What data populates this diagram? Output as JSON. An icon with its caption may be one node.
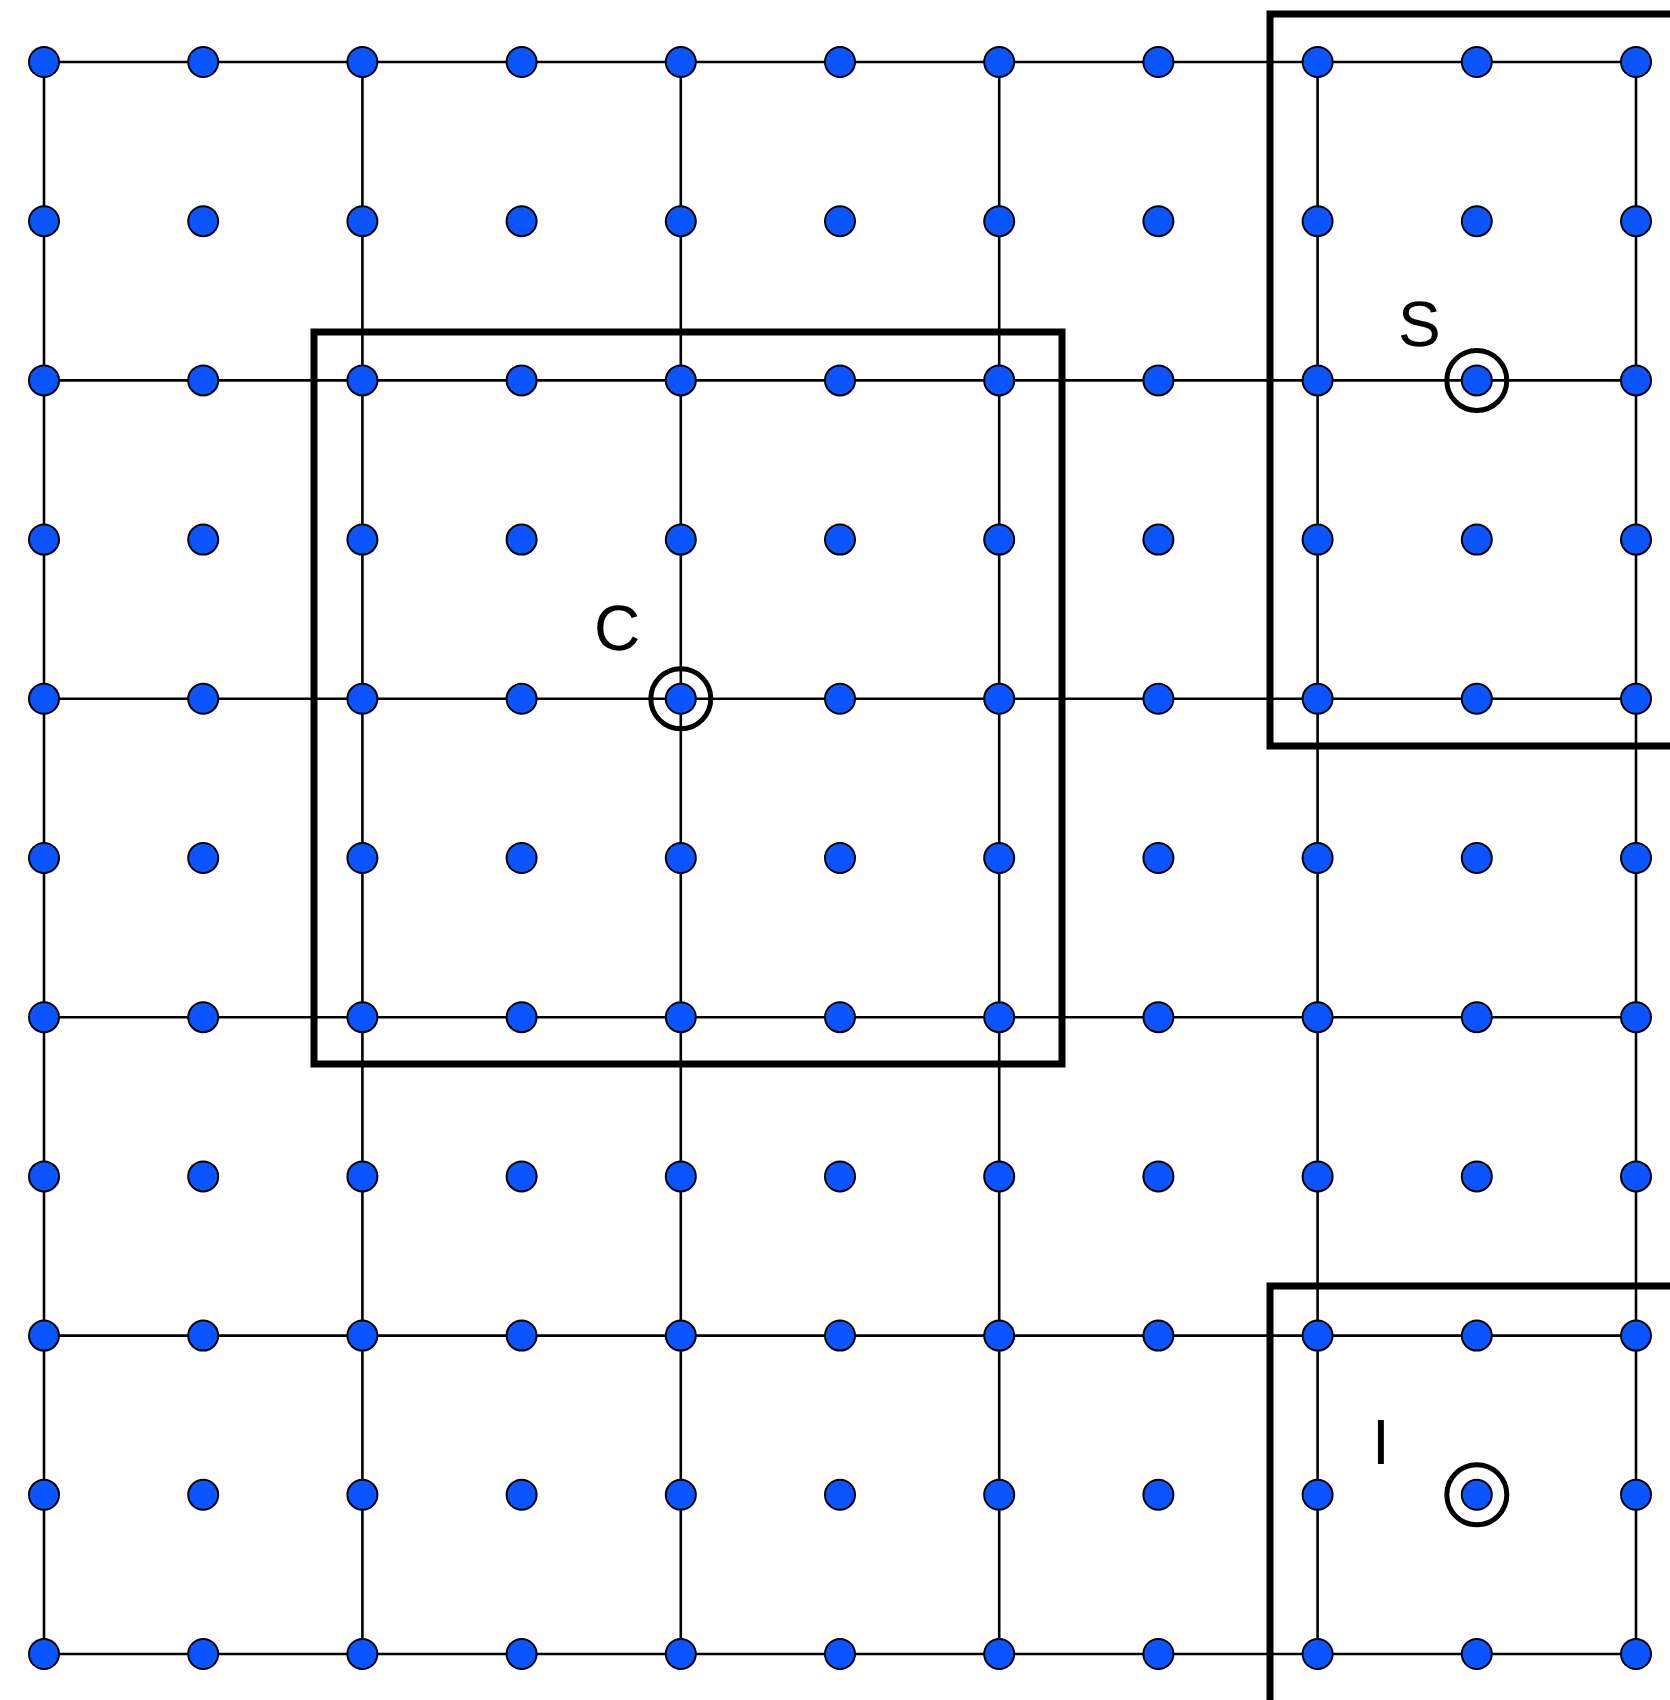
{
  "diagram": {
    "labels": [
      "S",
      "C",
      "I"
    ]
  }
}
